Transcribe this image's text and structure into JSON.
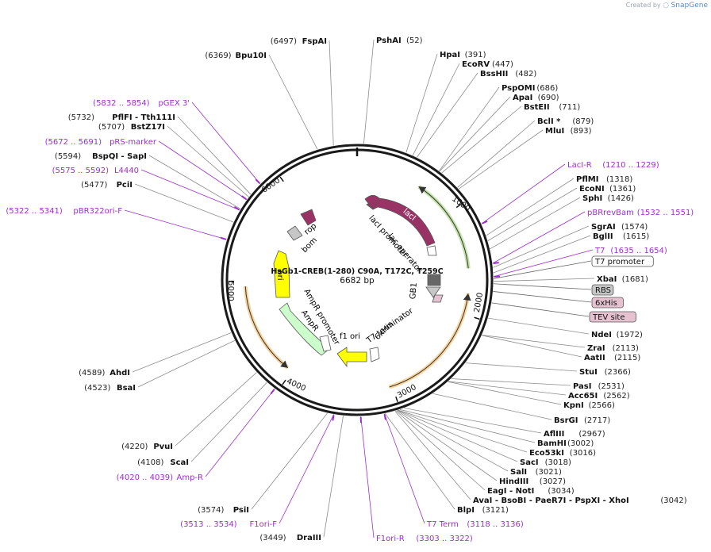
{
  "watermark": {
    "created_by": "Created by",
    "brand": "SnapGene"
  },
  "plasmid": {
    "name": "HsGb1-CREB(1-280) C90A, T172C, T259C",
    "length": "6682 bp"
  },
  "ticks": [
    "1000",
    "2000",
    "3000",
    "4000",
    "5000",
    "6000"
  ],
  "enzymes": [
    {
      "name": "PshAI",
      "pos": "(52)"
    },
    {
      "name": "HpaI",
      "pos": "(391)"
    },
    {
      "name": "EcoRV",
      "pos": "(447)"
    },
    {
      "name": "BssHII",
      "pos": "(482)"
    },
    {
      "name": "PspOMI",
      "pos": "(686)"
    },
    {
      "name": "ApaI",
      "pos": "(690)"
    },
    {
      "name": "BstEII",
      "pos": "(711)"
    },
    {
      "name": "BclI *",
      "pos": "(879)"
    },
    {
      "name": "MluI",
      "pos": "(893)"
    },
    {
      "name": "PflMI",
      "pos": "(1318)"
    },
    {
      "name": "EcoNI",
      "pos": "(1361)"
    },
    {
      "name": "SphI",
      "pos": "(1426)"
    },
    {
      "name": "SgrAI",
      "pos": "(1574)"
    },
    {
      "name": "BglII",
      "pos": "(1615)"
    },
    {
      "name": "XbaI",
      "pos": "(1681)"
    },
    {
      "name": "NdeI",
      "pos": "(1972)"
    },
    {
      "name": "ZraI",
      "pos": "(2113)"
    },
    {
      "name": "AatII",
      "pos": "(2115)"
    },
    {
      "name": "StuI",
      "pos": "(2366)"
    },
    {
      "name": "PasI",
      "pos": "(2531)"
    },
    {
      "name": "Acc65I",
      "pos": "(2562)"
    },
    {
      "name": "KpnI",
      "pos": "(2566)"
    },
    {
      "name": "BsrGI",
      "pos": "(2717)"
    },
    {
      "name": "AflIII",
      "pos": "(2967)"
    },
    {
      "name": "BamHI",
      "pos": "(3002)"
    },
    {
      "name": "Eco53kI",
      "pos": "(3016)"
    },
    {
      "name": "SacI",
      "pos": "(3018)"
    },
    {
      "name": "SalI",
      "pos": "(3021)"
    },
    {
      "name": "HindIII",
      "pos": "(3027)"
    },
    {
      "name": "EagI - NotI",
      "pos": "(3034)"
    },
    {
      "name": "AvaI - BsoBI - PaeR7I - PspXI - XhoI",
      "pos": "(3042)"
    },
    {
      "name": "BlpI",
      "pos": "(3121)"
    },
    {
      "name": "DraIII",
      "pos": "(3449)"
    },
    {
      "name": "PsiI",
      "pos": "(3574)"
    },
    {
      "name": "ScaI",
      "pos": "(4108)"
    },
    {
      "name": "PvuI",
      "pos": "(4220)"
    },
    {
      "name": "BsaI",
      "pos": "(4523)"
    },
    {
      "name": "AhdI",
      "pos": "(4589)"
    },
    {
      "name": "PciI",
      "pos": "(5477)"
    },
    {
      "name": "BspQI - SapI",
      "pos": "(5594)"
    },
    {
      "name": "BstZ17I",
      "pos": "(5707)"
    },
    {
      "name": "PflFI - Tth111I",
      "pos": "(5732)"
    },
    {
      "name": "Bpu10I",
      "pos": "(6369)"
    },
    {
      "name": "FspAI",
      "pos": "(6497)"
    }
  ],
  "primers": [
    {
      "name": "LacI-R",
      "range": "(1210 .. 1229)"
    },
    {
      "name": "pBRrevBam",
      "range": "(1532 .. 1551)"
    },
    {
      "name": "T7",
      "range": "(1635 .. 1654)"
    },
    {
      "name": "T7 Term",
      "range": "(3118 .. 3136)"
    },
    {
      "name": "F1ori-R",
      "range": "(3303 .. 3322)"
    },
    {
      "name": "F1ori-F",
      "range": "(3513 .. 3534)"
    },
    {
      "name": "Amp-R",
      "range": "(4020 .. 4039)"
    },
    {
      "name": "pBR322ori-F",
      "range": "(5322 .. 5341)"
    },
    {
      "name": "L4440",
      "range": "(5575 .. 5592)"
    },
    {
      "name": "pRS-marker",
      "range": "(5672 .. 5691)"
    },
    {
      "name": "pGEX 3'",
      "range": "(5832 .. 5854)"
    }
  ],
  "boxed_features": [
    {
      "name": "T7 promoter",
      "fill": "#ffffff",
      "stroke": "#555555"
    },
    {
      "name": "RBS",
      "fill": "#c6c6c6",
      "stroke": "#555555"
    },
    {
      "name": "6xHis",
      "fill": "#e6c2d0",
      "stroke": "#555555"
    },
    {
      "name": "TEV site",
      "fill": "#e6c2d0",
      "stroke": "#555555"
    }
  ],
  "features": [
    {
      "name": "lacI",
      "color": "#993366"
    },
    {
      "name": "lacI promoter",
      "color": "#ffffff"
    },
    {
      "name": "lac operator",
      "color": "#ffffff"
    },
    {
      "name": "GB1",
      "color": "#c6c6c6"
    },
    {
      "name": "T7 terminator",
      "color": "#ffffff"
    },
    {
      "name": "6xHis",
      "color": "#e6c2d0"
    },
    {
      "name": "f1 ori",
      "color": "#ffff00"
    },
    {
      "name": "AmpR promoter",
      "color": "#ffffff"
    },
    {
      "name": "AmpR",
      "color": "#ccffcc"
    },
    {
      "name": "ori",
      "color": "#ffff00"
    },
    {
      "name": "bom",
      "color": "#ffffff"
    },
    {
      "name": "rop",
      "color": "#993366"
    }
  ],
  "colors": {
    "backbone": "#1a1a1a",
    "primer": "#9b2fc9",
    "enzyme_line": "#8c8c8c",
    "orf_green": "#7dc243",
    "orf_orange": "#f0a02a"
  }
}
